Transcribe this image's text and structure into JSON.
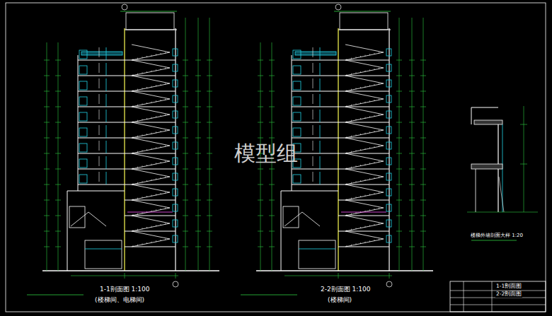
{
  "diagram": {
    "title": "1-1剖面图 1:100",
    "labels": [
      "模型组",
      "(楼梯间、电梯间)",
      "2-2剖面图 1:100",
      "(楼梯间)",
      "楼梯外墙剖面大样 1:20",
      "1-1剖面图",
      "2-2剖面图"
    ]
  }
}
